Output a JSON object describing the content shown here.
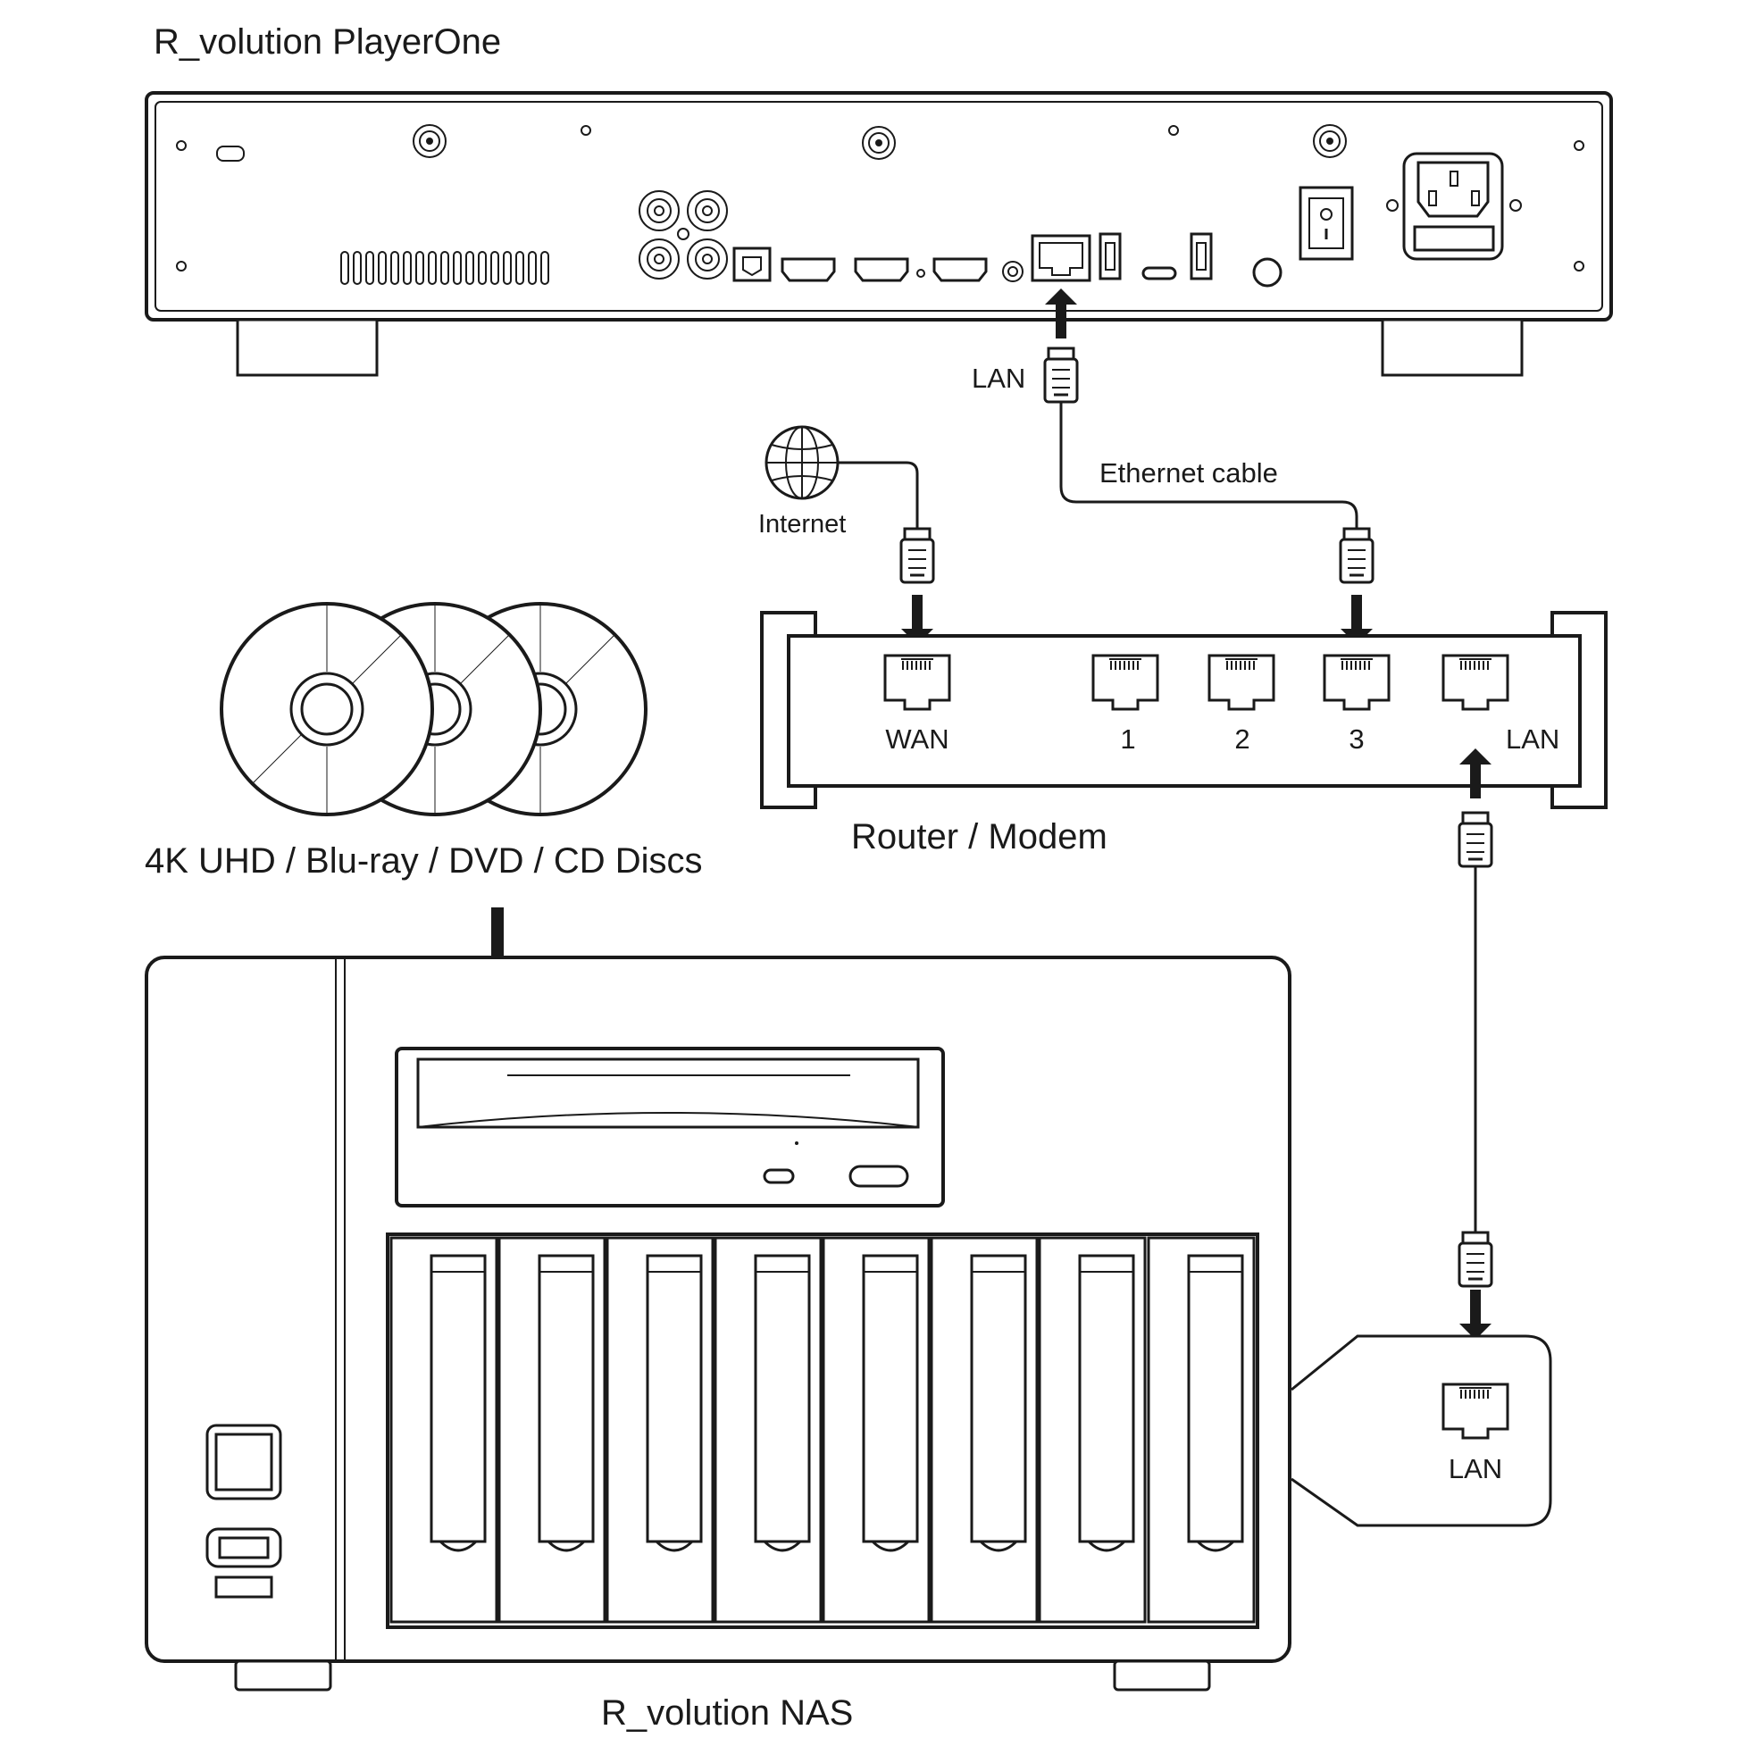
{
  "player": {
    "title": "R_volution PlayerOne"
  },
  "network": {
    "internet_label": "Internet",
    "player_lan_label": "LAN",
    "ethernet_cable_label": "Ethernet cable"
  },
  "router": {
    "title": "Router / Modem",
    "ports": [
      "WAN",
      "1",
      "2",
      "3",
      "LAN"
    ]
  },
  "discs": {
    "label": "4K UHD / Blu-ray / DVD / CD Discs"
  },
  "nas": {
    "title": "R_volution NAS",
    "lan_label": "LAN",
    "drive_bays": 8
  },
  "colors": {
    "line": "#1a1a1a",
    "background": "#ffffff"
  }
}
